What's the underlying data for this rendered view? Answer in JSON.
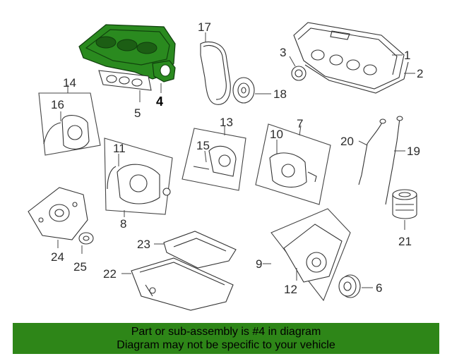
{
  "highlight_color": "#2e8618",
  "callouts": {
    "c1": "1",
    "c2": "2",
    "c3": "3",
    "c4": "4",
    "c5": "5",
    "c6": "6",
    "c7": "7",
    "c8": "8",
    "c9": "9",
    "c10": "10",
    "c11": "11",
    "c12": "12",
    "c13": "13",
    "c14": "14",
    "c15": "15",
    "c16": "16",
    "c17": "17",
    "c18": "18",
    "c19": "19",
    "c20": "20",
    "c21": "21",
    "c22": "22",
    "c23": "23",
    "c24": "24",
    "c25": "25"
  },
  "banner": {
    "line1": "Part or sub-assembly is #4 in diagram",
    "line2": "Diagram may not be specific to your vehicle"
  }
}
